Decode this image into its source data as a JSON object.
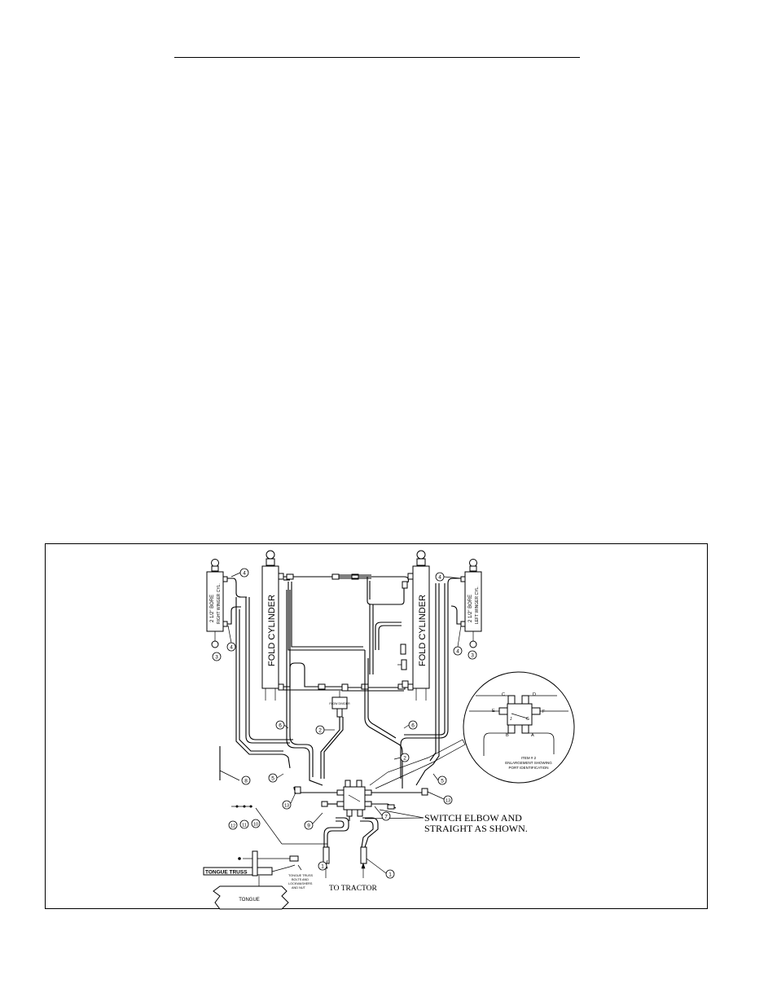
{
  "diagram": {
    "cylinders": {
      "fold_left": "FOLD CYLINDER",
      "fold_right": "FOLD CYLINDER",
      "wing_left_bore": "2 1/2\" BORE",
      "wing_left_name": "RIGHT WINGER CYL.",
      "wing_right_bore": "2 1/2\" BORE",
      "wing_right_name": "LEFT WINGER CYL."
    },
    "flow_divider_label": "FLOW DIVIDER",
    "callouts": {
      "switch_note_line1": "SWITCH ELBOW AND",
      "switch_note_line2": "STRAIGHT AS SHOWN.",
      "to_tractor": "TO TRACTOR",
      "tongue_truss": "TONGUE TRUSS",
      "tongue": "TONGUE",
      "tongue_bolts_1": "TONGUE TRUSS",
      "tongue_bolts_2": "BOLTS AND",
      "tongue_bolts_3": "LOCKWASHERS",
      "tongue_bolts_4": "AND NUT"
    },
    "enlargement": {
      "caption_1": "ITEM # 2",
      "caption_2": "ENLARGEMENT SHOWING",
      "caption_3": "PORT IDENTIFICATION",
      "ports": [
        "A",
        "B",
        "C",
        "D",
        "E",
        "F",
        "G",
        "J"
      ]
    },
    "item_numbers": {
      "n1a": "1",
      "n1b": "1",
      "n2a": "2",
      "n2b": "2",
      "n3a": "3",
      "n3b": "3",
      "n4a": "4",
      "n4b": "4",
      "n4c": "4",
      "n4d": "4",
      "n5a": "5",
      "n5b": "5",
      "n6a": "6",
      "n6b": "6",
      "n7": "7",
      "n8": "8",
      "n9": "9",
      "n10": "10",
      "n11": "11",
      "n12": "12",
      "n13a": "13",
      "n13b": "13"
    }
  }
}
